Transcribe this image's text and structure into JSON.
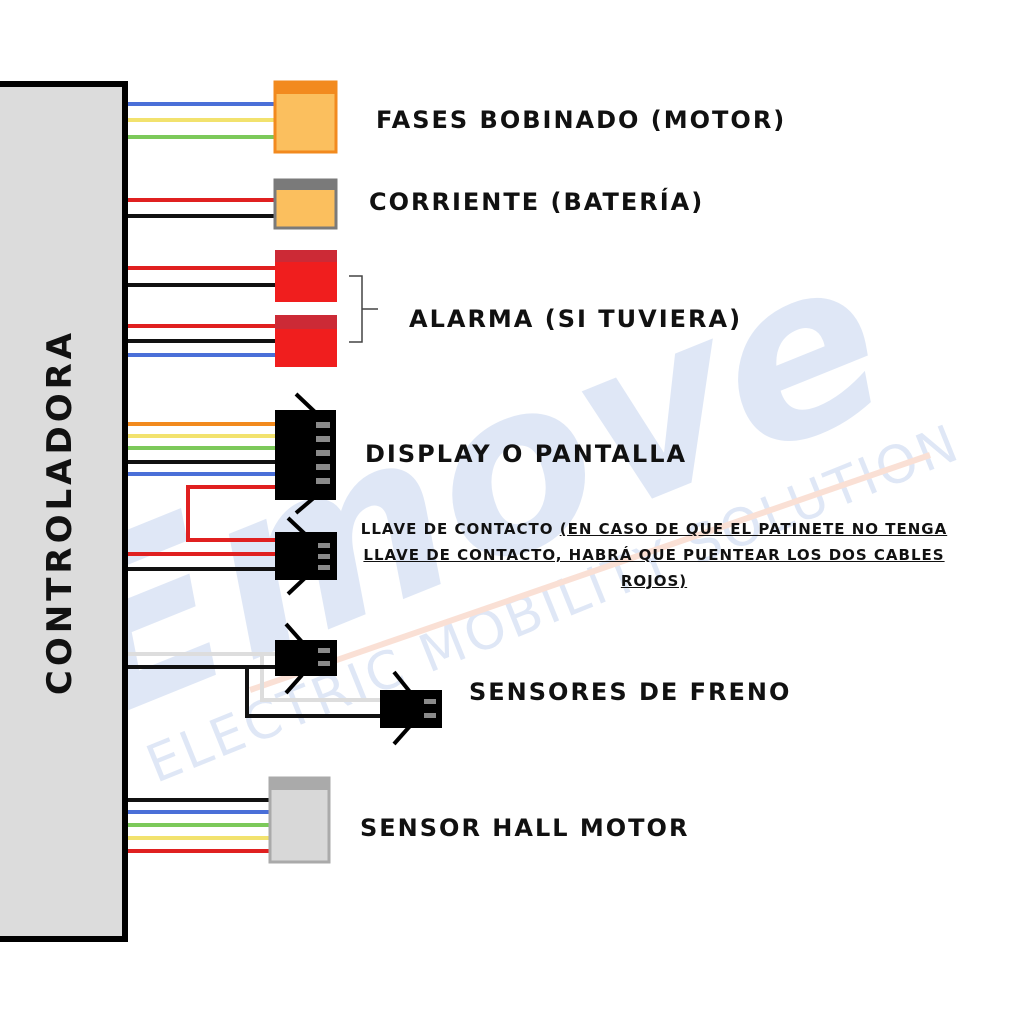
{
  "watermark": {
    "brand": "Emove",
    "tagline": "ELECTRIC MOBILITY SOLUTION"
  },
  "controller": {
    "label": "CONTROLADORA"
  },
  "connectors": {
    "phases": {
      "label": "FASES BOBINADO (MOTOR)",
      "wire_colors": [
        "#4a6fd8",
        "#f2e26e",
        "#7cc95a"
      ],
      "color": "#fbbf5e",
      "accent": "#f28a1e"
    },
    "power": {
      "label": "CORRIENTE (BATERÍA)",
      "wire_colors": [
        "#e02020",
        "#111111"
      ],
      "color": "#fbbf5e",
      "accent": "#7a7a7a"
    },
    "alarm": {
      "label": "ALARMA (SI TUVIERA)",
      "wire_colors": [
        "#e02020",
        "#111111",
        "#e02020",
        "#111111",
        "#4a6fd8"
      ],
      "color": "#f01e1e"
    },
    "display": {
      "label": "DISPLAY O PANTALLA",
      "wire_colors": [
        "#f28a1e",
        "#f2e26e",
        "#7cc95a",
        "#111111",
        "#4a6fd8"
      ],
      "color": "#000000"
    },
    "key": {
      "label_prefix": "LLAVE DE CONTACTO ",
      "label_note": "(EN CASO DE QUE EL PATINETE NO TENGA LLAVE DE CONTACTO, HABRÁ QUE PUENTEAR LOS DOS CABLES ROJOS)",
      "wire_colors": [
        "#e02020",
        "#111111"
      ]
    },
    "brake": {
      "label": "SENSORES DE FRENO",
      "wire_colors": [
        "#dddddd",
        "#111111"
      ],
      "color": "#000000"
    },
    "hall": {
      "label": "SENSOR HALL MOTOR",
      "wire_colors": [
        "#111111",
        "#4a6fd8",
        "#7cc95a",
        "#f2e26e",
        "#e02020"
      ],
      "color": "#d8d8d8",
      "accent": "#aaaaaa"
    }
  }
}
